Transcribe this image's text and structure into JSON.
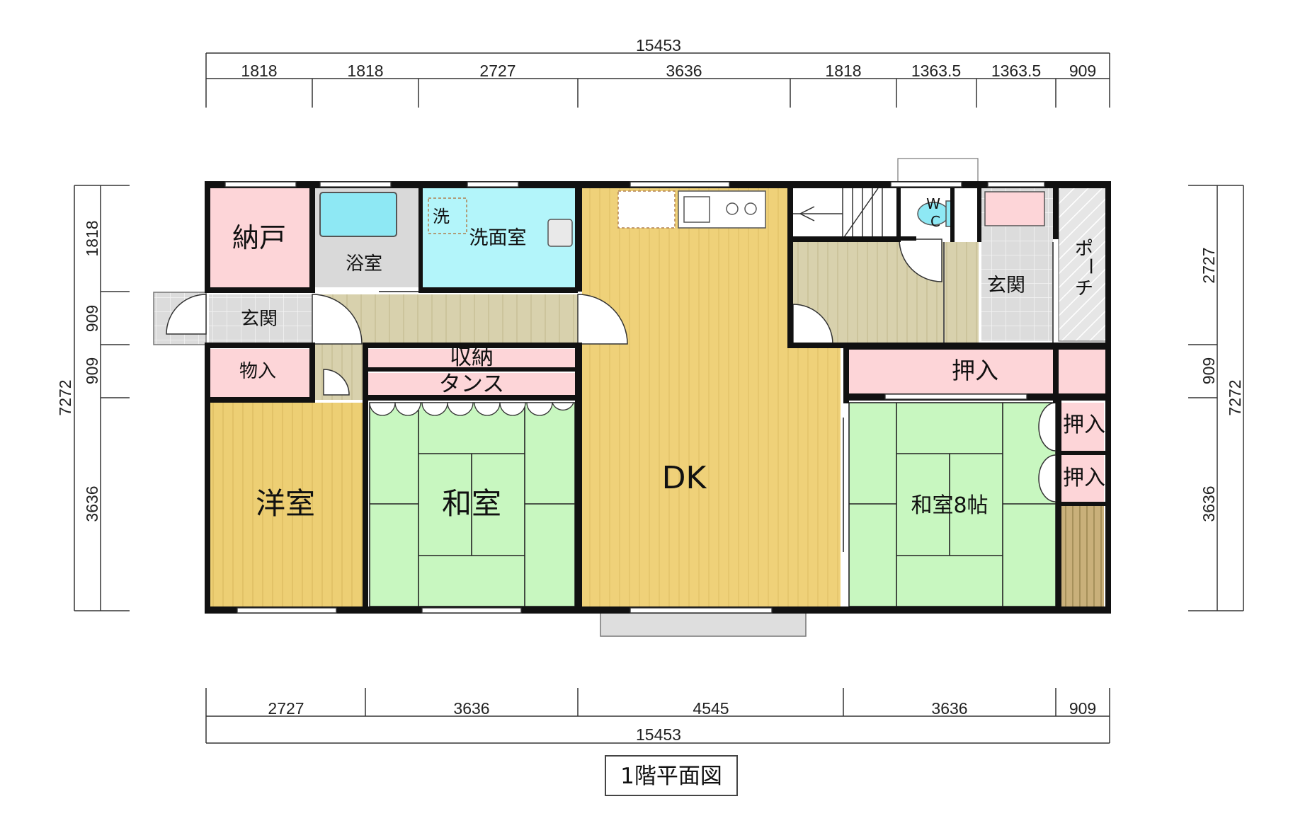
{
  "title": "1階平面図",
  "dimensions": {
    "top_total": "15453",
    "top_segments": [
      "1818",
      "1818",
      "2727",
      "3636",
      "1818",
      "1363.5",
      "1363.5",
      "909"
    ],
    "bottom_total": "15453",
    "bottom_segments": [
      "2727",
      "3636",
      "4545",
      "3636",
      "909"
    ],
    "left_total": "7272",
    "left_segments": [
      "1818",
      "909",
      "909",
      "3636"
    ],
    "right_total": "7272",
    "right_segments": [
      "2727",
      "909",
      "3636"
    ]
  },
  "rooms": {
    "nando": "納戸",
    "yokushitsu": "浴室",
    "sentaku": "洗",
    "senmenjo": "洗面室",
    "genkan_left": "玄関",
    "monoire": "物入",
    "shuno": "収納",
    "tansu": "タンス",
    "yoshitsu": "洋室",
    "washitsu": "和室",
    "dk": "DK",
    "wc_w": "W",
    "wc_c": "C",
    "genkan_right": "玄関",
    "porch_1": "ポ",
    "porch_2": "ー",
    "porch_3": "チ",
    "oshiire_big": "押入",
    "oshiire_small_1": "押入",
    "oshiire_small_2": "押入",
    "washitsu8": "和室8帖"
  },
  "colors": {
    "nando": "#fdd5d8",
    "bath": "#d8d8d8",
    "senmen": "#b3f5fa",
    "wood_light": "#f0d070",
    "wood_dk": "#efd179",
    "corridor": "#d8d1ad",
    "storage_pink": "#fdd5d8",
    "tatami": "#c8f7c0",
    "tile": "#dcdcdc",
    "wall": "#111111"
  }
}
